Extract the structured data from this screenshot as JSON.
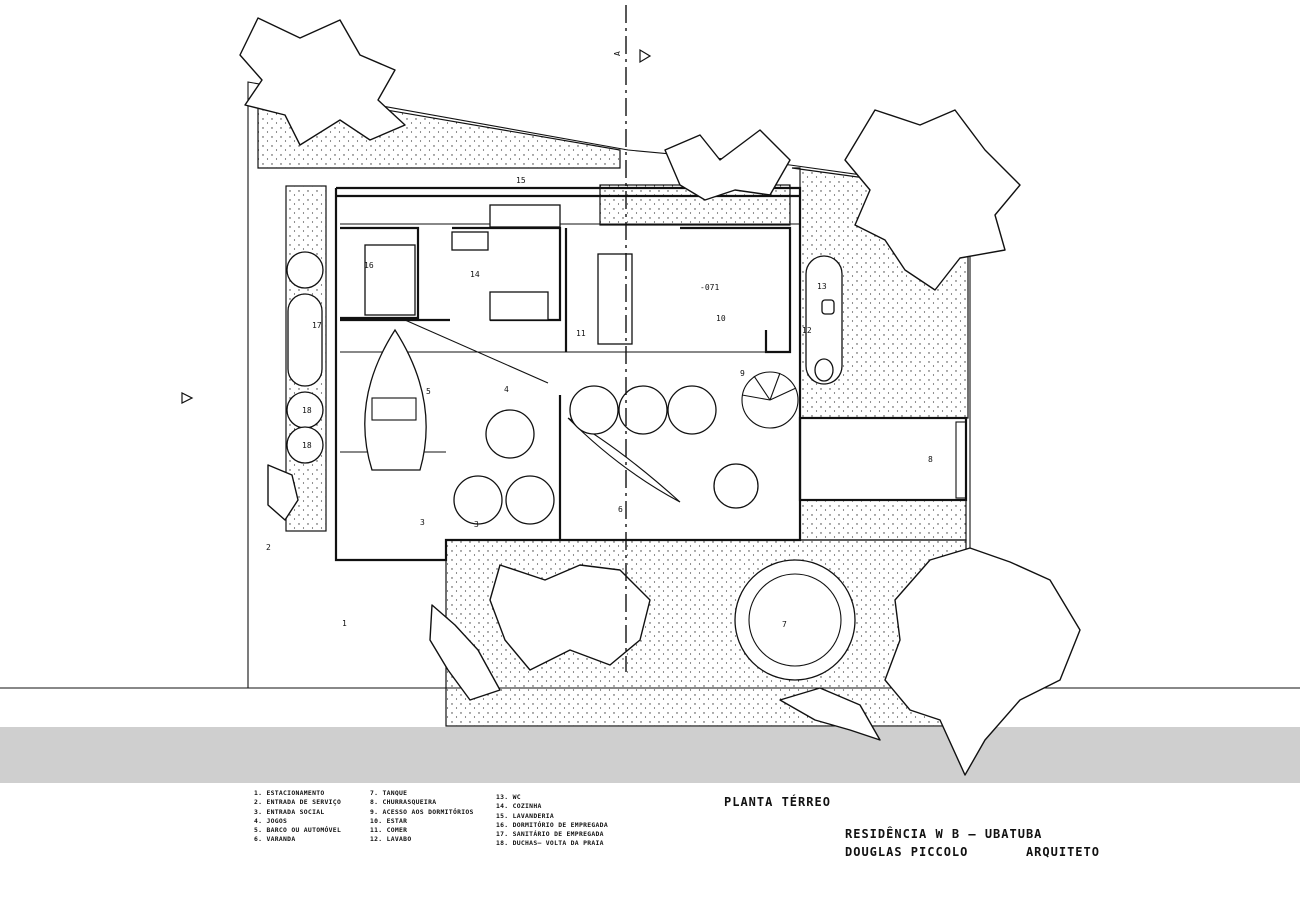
{
  "drawing": {
    "view_title": "PLANTA TÉRREO",
    "project": "RESIDÊNCIA W B — UBATUBA",
    "architect_line": "DOUGLAS PICCOLO       ARQUITETO",
    "section_marker": "A",
    "level_mark": "-071"
  },
  "legend": {
    "col1": [
      "1. ESTACIONAMENTO",
      "2. ENTRADA DE SERVIÇO",
      "3. ENTRADA SOCIAL",
      "4. JOGOS",
      "5. BARCO OU AUTOMÓVEL",
      "6. VARANDA"
    ],
    "col2": [
      "7. TANQUE",
      "8. CHURRASQUEIRA",
      "9. ACESSO AOS DORMITÓRIOS",
      "10. ESTAR",
      "11. COMER",
      "12. LAVABO"
    ],
    "col3": [
      "13. WC",
      "14. COZINHA",
      "15. LAVANDERIA",
      "16. DORMITÓRIO DE EMPREGADA",
      "17. SANITÁRIO DE EMPREGADA",
      "18. DUCHAS— VOLTA DA PRAIA"
    ]
  },
  "room_labels": {
    "r1": "1",
    "r2": "2",
    "r3a": "3",
    "r3b": "3",
    "r4": "4",
    "r5": "5",
    "r6": "6",
    "r7": "7",
    "r8": "8",
    "r9": "9",
    "r10": "10",
    "r11": "11",
    "r12": "12",
    "r13": "13",
    "r14": "14",
    "r15": "15",
    "r16": "16",
    "r17": "17",
    "r18a": "18",
    "r18b": "18"
  }
}
